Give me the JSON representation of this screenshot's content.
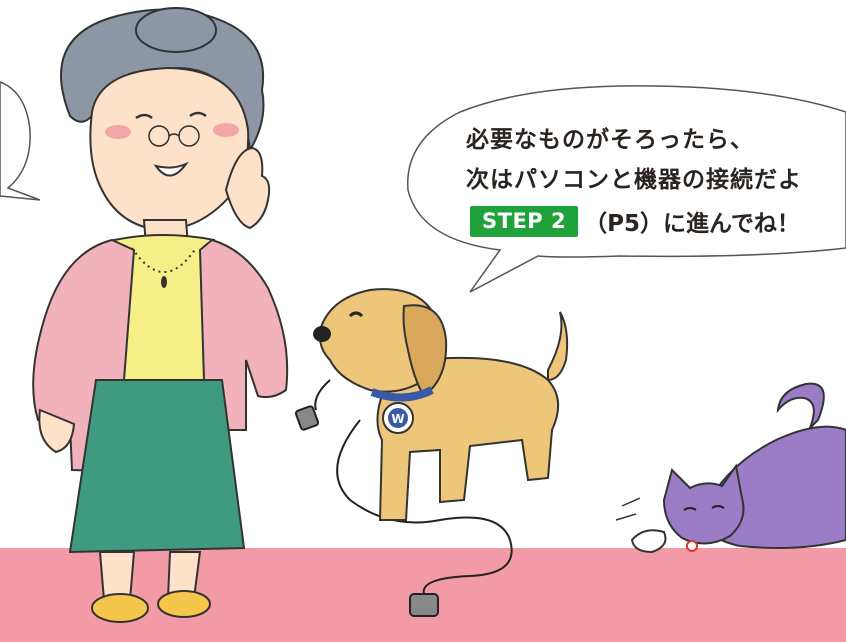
{
  "speech_bubble": {
    "line1": "必要なものがそろったら、",
    "line2": "次はパソコンと機器の接続だよ",
    "step_badge": "STEP 2",
    "line3_rest": "（P5）に進んでね！"
  },
  "dog_tag_letter": "W",
  "colors": {
    "floor": "#f29aa6",
    "step_badge": "#1fa23a",
    "cardigan": "#f2b2bc",
    "skirt": "#3f9a80",
    "blouse": "#f6ef88",
    "dog": "#edc67a",
    "cat": "#9b7cc7"
  }
}
